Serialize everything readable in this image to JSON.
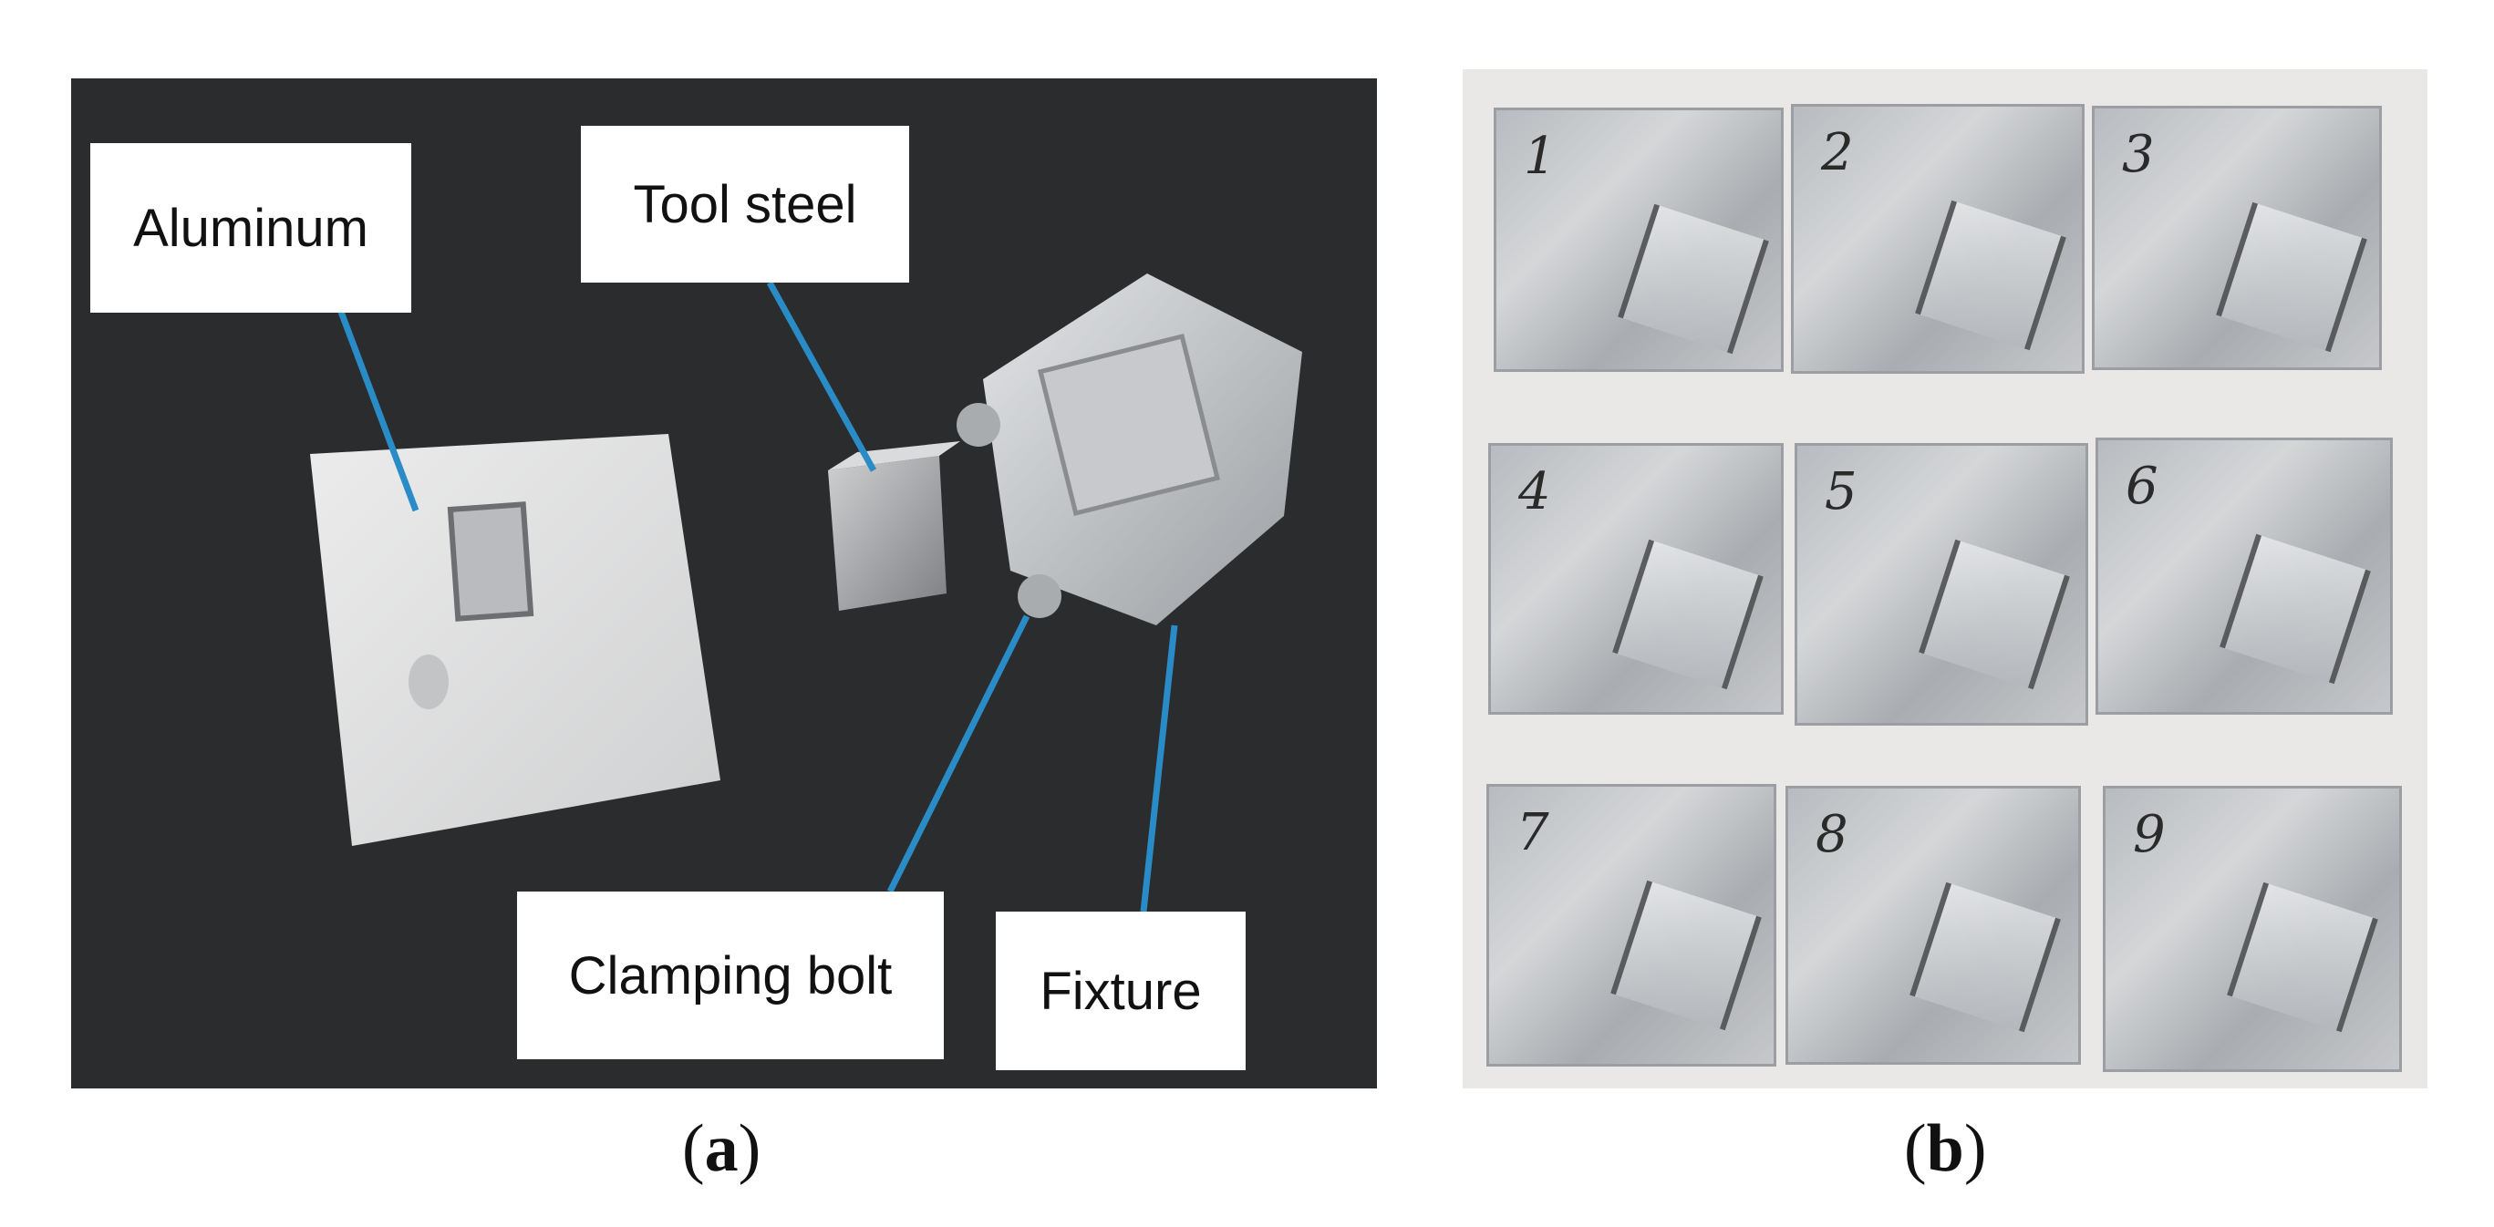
{
  "panel_a": {
    "labels": {
      "aluminum": "Aluminum",
      "tool_steel": "Tool steel",
      "clamping_bolt": "Clamping bolt",
      "fixture": "Fixture"
    },
    "leader_color": "#2a8cc7",
    "caption_letter": "a"
  },
  "panel_b": {
    "sheets": [
      {
        "number": "1"
      },
      {
        "number": "2"
      },
      {
        "number": "3"
      },
      {
        "number": "4"
      },
      {
        "number": "5"
      },
      {
        "number": "6"
      },
      {
        "number": "7"
      },
      {
        "number": "8"
      },
      {
        "number": "9"
      }
    ],
    "caption_letter": "b"
  }
}
